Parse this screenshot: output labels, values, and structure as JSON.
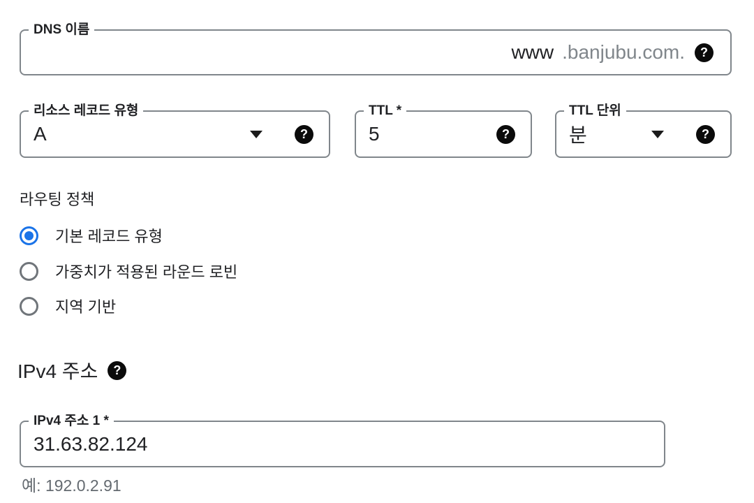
{
  "accent_color": "#1a73e8",
  "border_color": "#80868b",
  "form": {
    "dns_name": {
      "label": "DNS 이름",
      "value": "www",
      "suffix": ".banjubu.com.",
      "help_icon": "help-icon"
    },
    "record_type": {
      "label": "리소스 레코드 유형",
      "value": "A",
      "help_icon": "help-icon"
    },
    "ttl": {
      "label": "TTL *",
      "value": "5",
      "help_icon": "help-icon"
    },
    "ttl_unit": {
      "label": "TTL 단위",
      "value": "분",
      "help_icon": "help-icon"
    },
    "routing_policy": {
      "label": "라우팅 정책",
      "options": [
        {
          "label": "기본 레코드 유형",
          "selected": true
        },
        {
          "label": "가중치가 적용된 라운드 로빈",
          "selected": false
        },
        {
          "label": "지역 기반",
          "selected": false
        }
      ]
    },
    "ipv4": {
      "heading": "IPv4 주소",
      "help_icon": "help-icon",
      "address_1": {
        "label": "IPv4 주소 1 *",
        "value": "31.63.82.124",
        "helper": "예: 192.0.2.91"
      }
    },
    "help_glyph": "?"
  }
}
